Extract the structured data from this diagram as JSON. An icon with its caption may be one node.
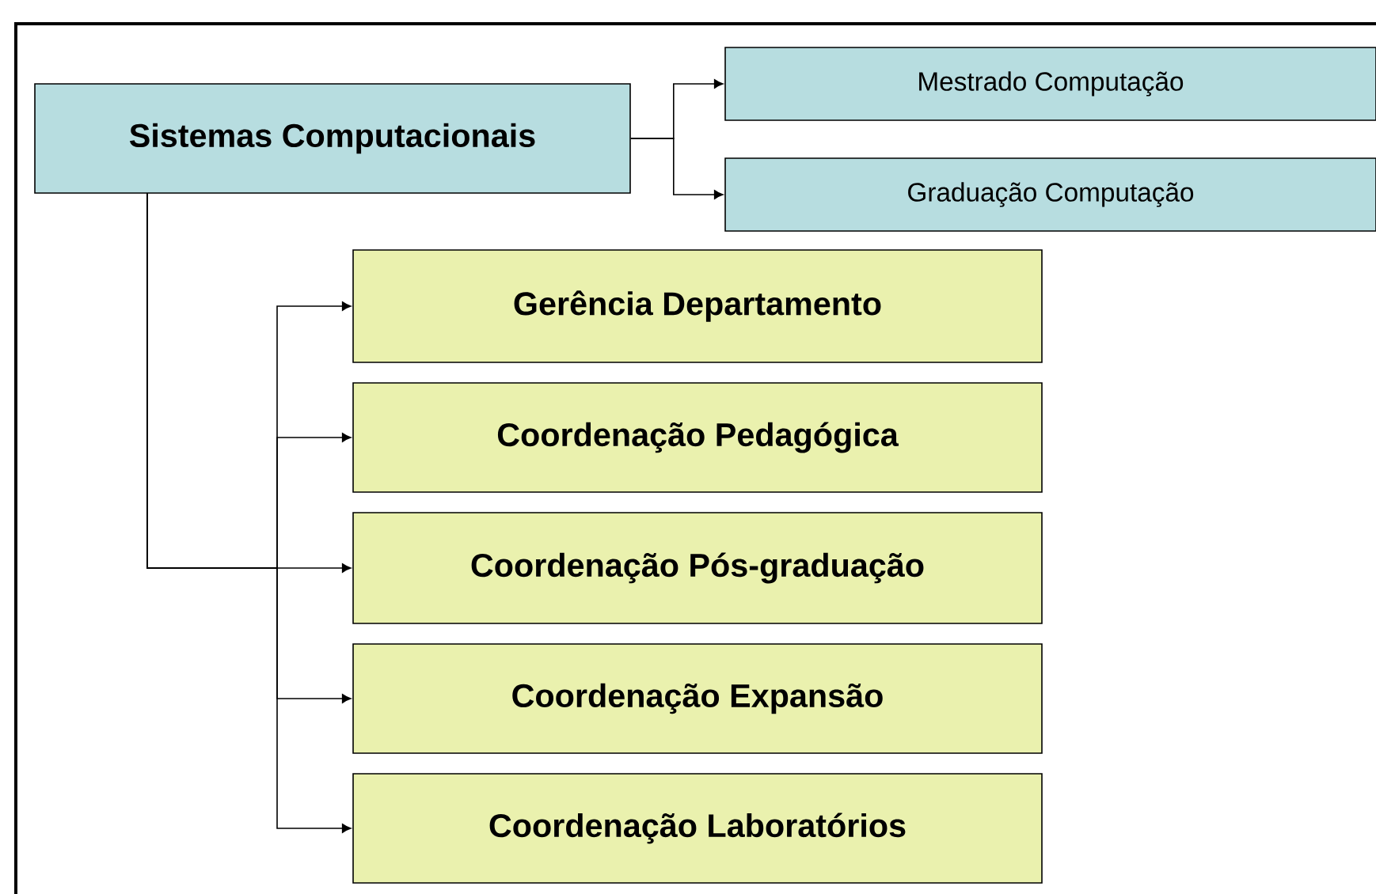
{
  "diagram": {
    "nodes": [
      {
        "text": [
          "Sistemas Computacionais"
        ]
      },
      {
        "text": [
          "Mestrado Computação"
        ]
      },
      {
        "text": [
          "Graduação Computação"
        ]
      },
      {
        "text": [
          "Gerência Departamento"
        ]
      },
      {
        "text": [
          "Coordenação Pedagógica"
        ]
      },
      {
        "text": [
          "Coordenação Pós-graduação"
        ]
      },
      {
        "text": [
          "Coordenação Expansão"
        ]
      },
      {
        "text": [
          "Coordenação Laboratórios"
        ]
      }
    ],
    "edges": [
      {
        "from": 0,
        "to": 1,
        "arrow": "to"
      },
      {
        "from": 0,
        "to": 2,
        "arrow": "to"
      },
      {
        "from": 0,
        "to": 3,
        "arrow": "to"
      },
      {
        "from": 0,
        "to": 4,
        "arrow": "to"
      },
      {
        "from": 0,
        "to": 5,
        "arrow": "to"
      },
      {
        "from": 0,
        "to": 6,
        "arrow": "to"
      },
      {
        "from": 0,
        "to": 7,
        "arrow": "to"
      }
    ]
  }
}
